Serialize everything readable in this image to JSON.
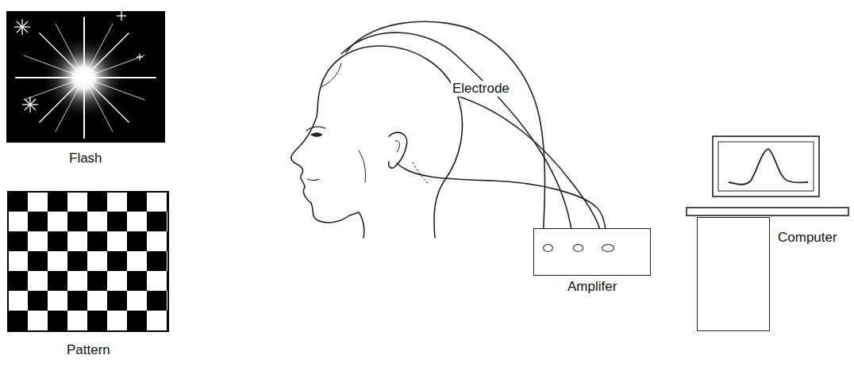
{
  "diagram": {
    "nodes": [
      {
        "text": [
          "Flash"
        ]
      },
      {
        "text": [
          "Pattern"
        ]
      },
      {
        "text": [
          "Amplifer"
        ]
      },
      {
        "text": [
          "Computer"
        ]
      }
    ],
    "labels": [
      "Electrode"
    ]
  }
}
